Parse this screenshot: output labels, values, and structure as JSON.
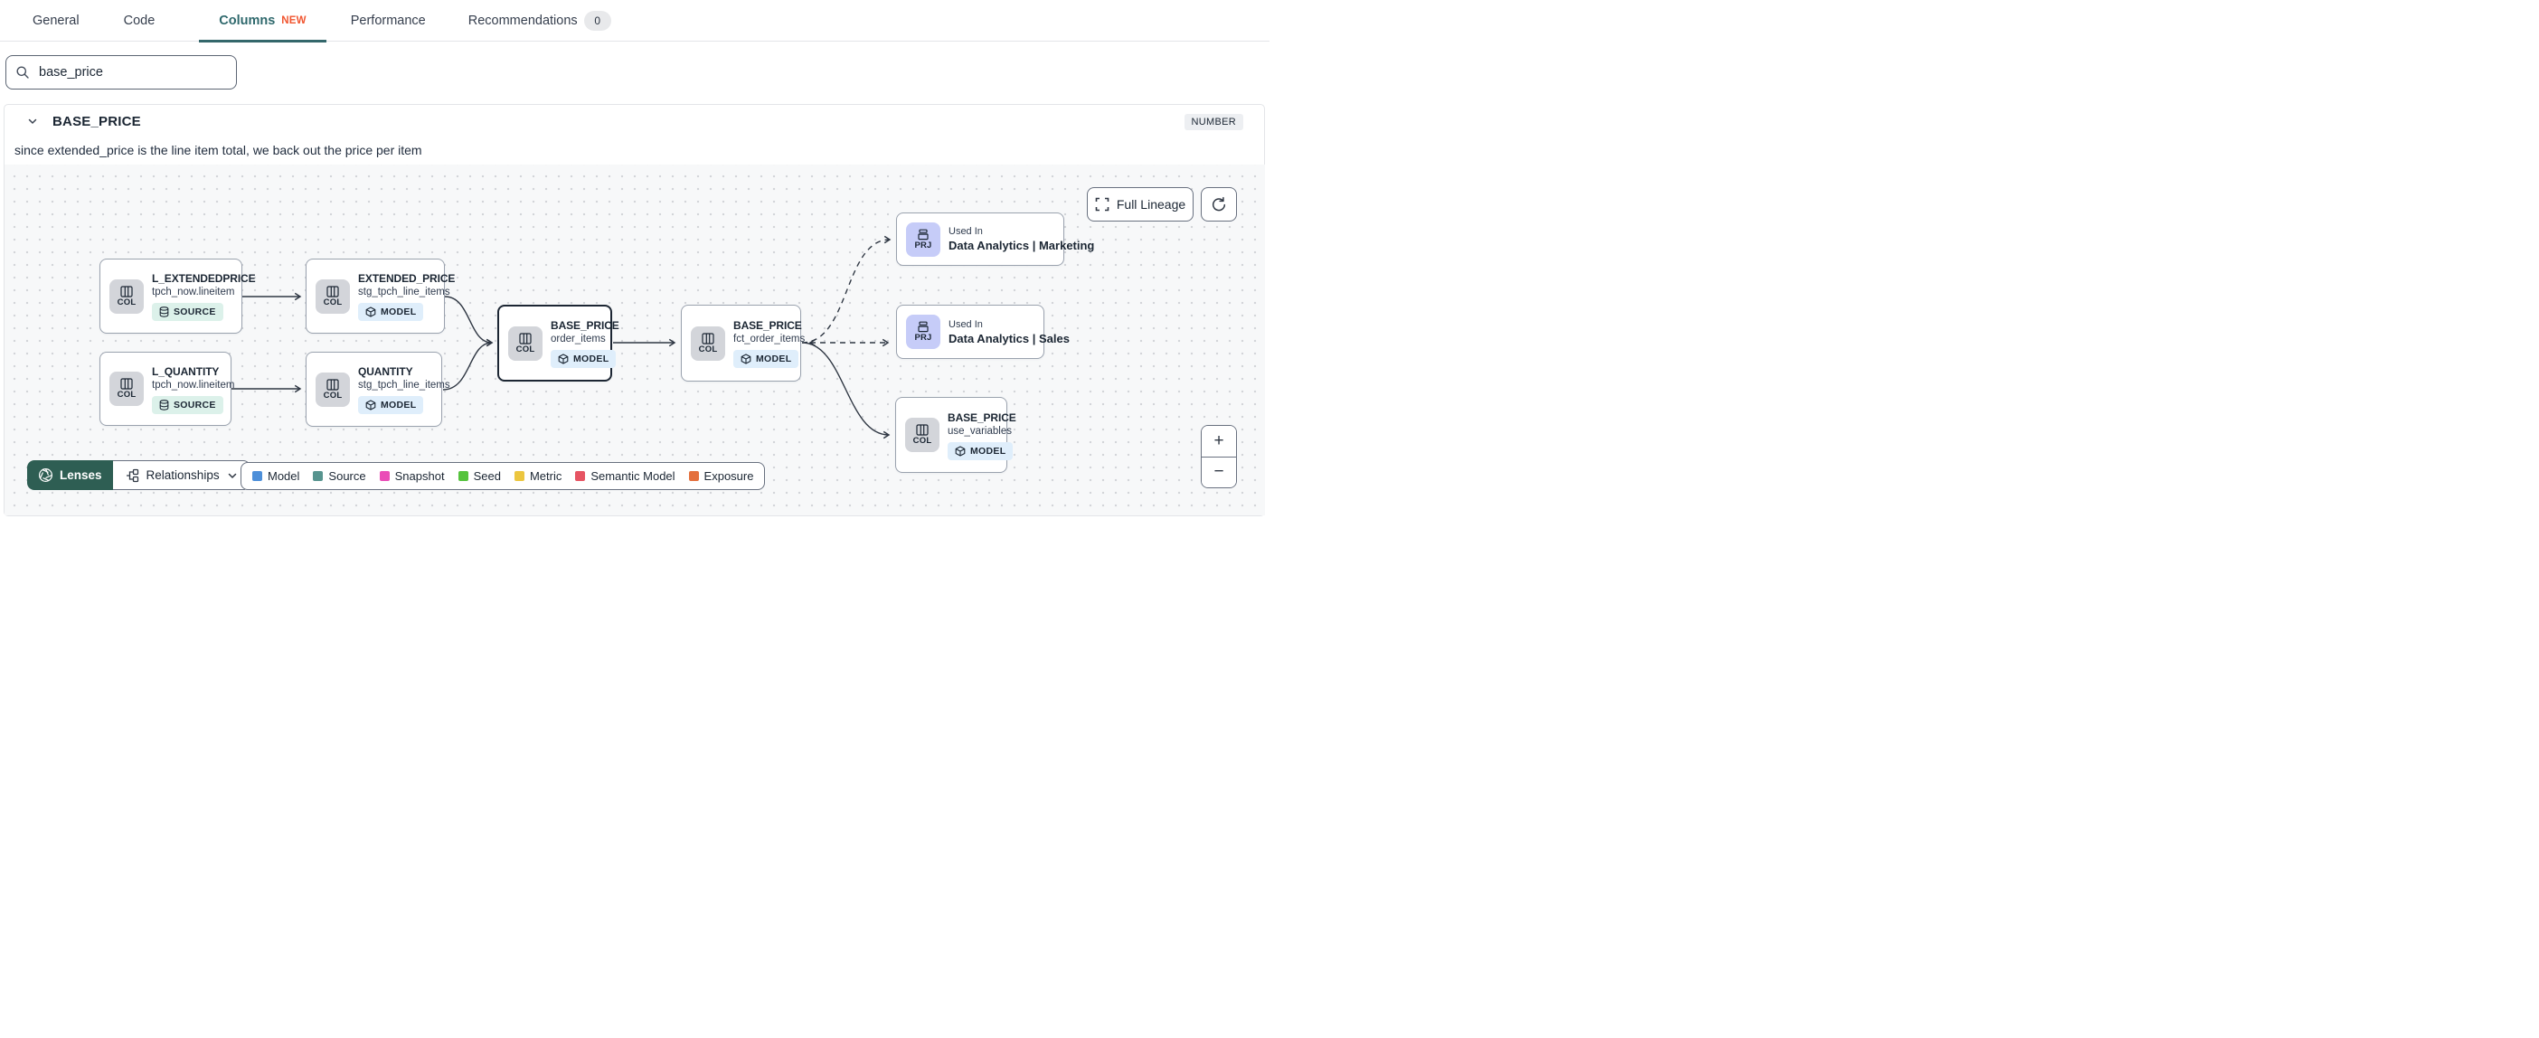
{
  "tabs": {
    "general": "General",
    "code": "Code",
    "columns": "Columns",
    "columns_new_tag": "NEW",
    "performance": "Performance",
    "recommendations": "Recommendations",
    "recommendations_count": "0"
  },
  "search": {
    "value": "base_price"
  },
  "column_panel": {
    "title": "BASE_PRICE",
    "type_badge": "NUMBER",
    "description": "since extended_price is the line item total, we back out the price per item"
  },
  "lineage": {
    "controls": {
      "full_lineage_label": "Full Lineage",
      "zoom_in": "+",
      "zoom_out": "−",
      "refresh_icon": "refresh-icon",
      "expand_icon": "expand-icon"
    },
    "nodes": [
      {
        "chip": "COL",
        "title": "L_EXTENDEDPRICE",
        "subtitle": "tpch_now.lineitem",
        "badge": "SOURCE",
        "badge_icon": "database-icon"
      },
      {
        "chip": "COL",
        "title": "L_QUANTITY",
        "subtitle": "tpch_now.lineitem",
        "badge": "SOURCE",
        "badge_icon": "database-icon"
      },
      {
        "chip": "COL",
        "title": "EXTENDED_PRICE",
        "subtitle": "stg_tpch_line_items",
        "badge": "MODEL",
        "badge_icon": "cube-icon"
      },
      {
        "chip": "COL",
        "title": "QUANTITY",
        "subtitle": "stg_tpch_line_items",
        "badge": "MODEL",
        "badge_icon": "cube-icon"
      },
      {
        "chip": "COL",
        "title": "BASE_PRICE",
        "subtitle": "order_items",
        "badge": "MODEL",
        "badge_icon": "cube-icon",
        "selected": true
      },
      {
        "chip": "COL",
        "title": "BASE_PRICE",
        "subtitle": "fct_order_items",
        "badge": "MODEL",
        "badge_icon": "cube-icon"
      },
      {
        "chip": "PRJ",
        "eyebrow": "Used In",
        "title": "Data Analytics | Marketing"
      },
      {
        "chip": "PRJ",
        "eyebrow": "Used In",
        "title": "Data Analytics | Sales"
      },
      {
        "chip": "COL",
        "title": "BASE_PRICE",
        "subtitle": "use_variables",
        "badge": "MODEL",
        "badge_icon": "cube-icon"
      }
    ],
    "footer": {
      "lenses_label": "Lenses",
      "relationships_label": "Relationships"
    },
    "legend": [
      {
        "label": "Model",
        "color": "#4d8fd9"
      },
      {
        "label": "Source",
        "color": "#57948f"
      },
      {
        "label": "Snapshot",
        "color": "#ea4db7"
      },
      {
        "label": "Seed",
        "color": "#55c33d"
      },
      {
        "label": "Metric",
        "color": "#ecc63f"
      },
      {
        "label": "Semantic Model",
        "color": "#e65463"
      },
      {
        "label": "Exposure",
        "color": "#e4703d"
      }
    ]
  }
}
